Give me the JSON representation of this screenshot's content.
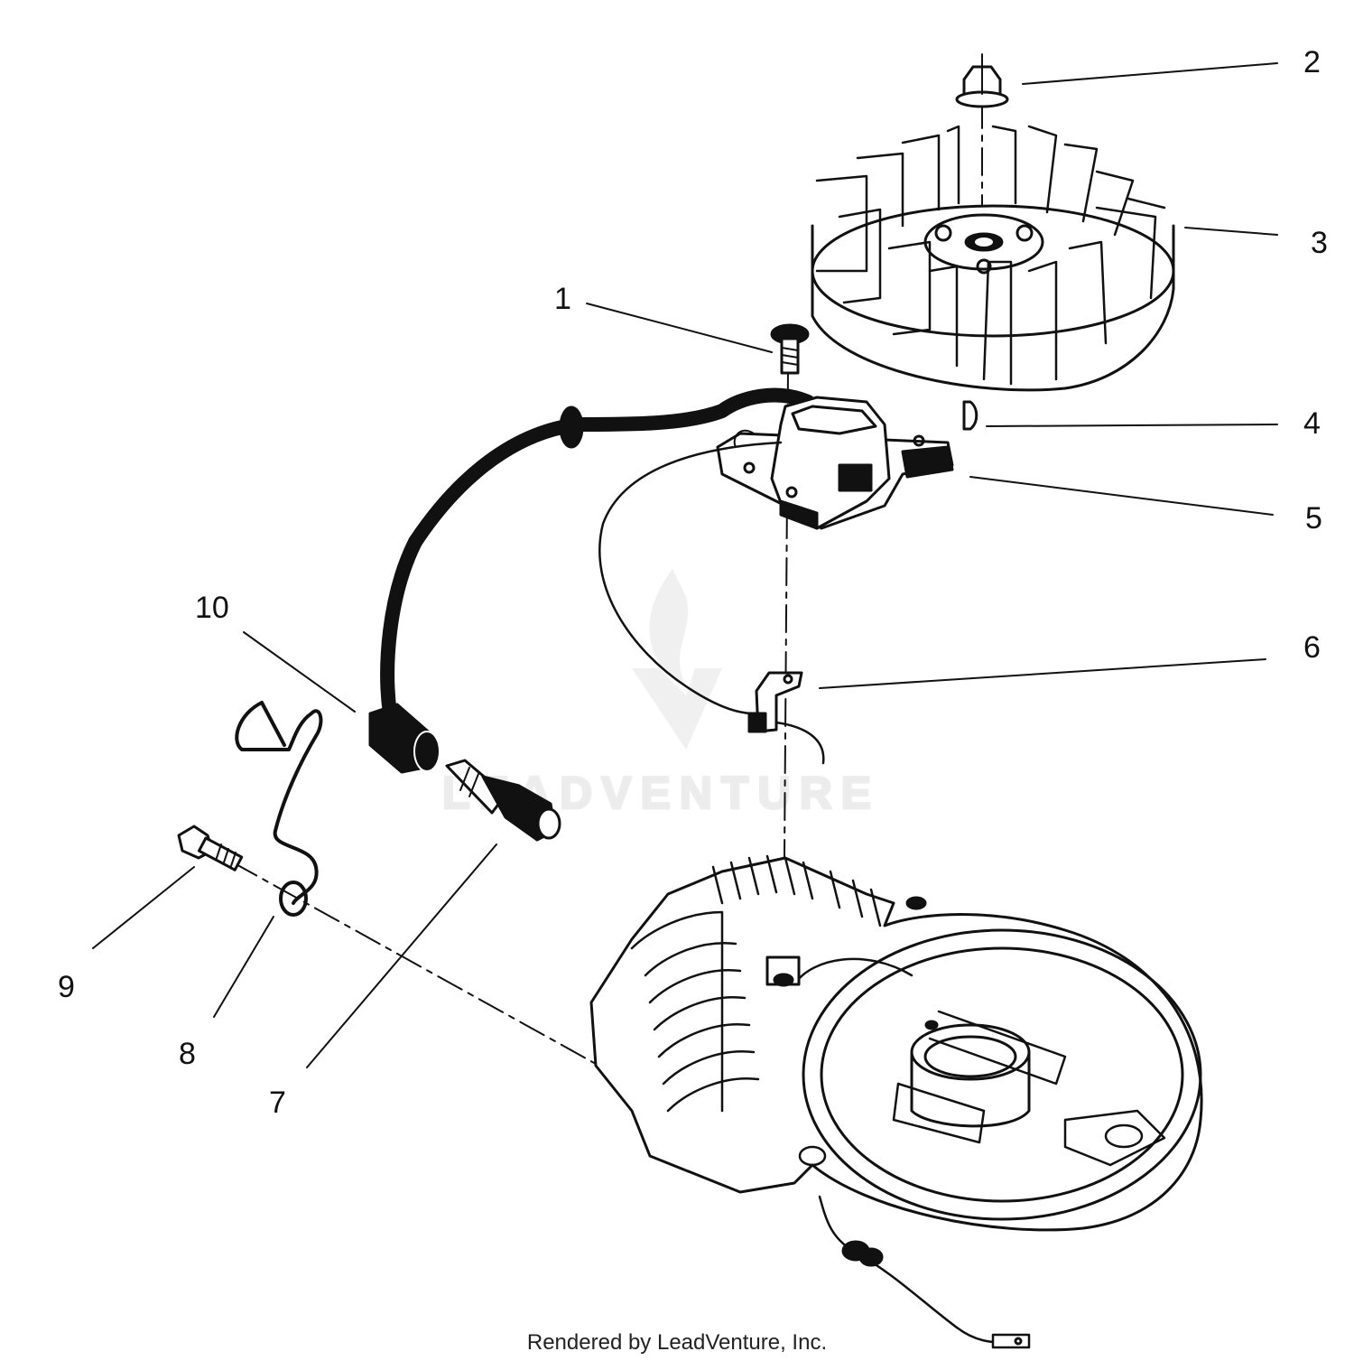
{
  "diagram": {
    "callouts": [
      {
        "id": "1",
        "label": "1"
      },
      {
        "id": "2",
        "label": "2"
      },
      {
        "id": "3",
        "label": "3"
      },
      {
        "id": "4",
        "label": "4"
      },
      {
        "id": "5",
        "label": "5"
      },
      {
        "id": "6",
        "label": "6"
      },
      {
        "id": "7",
        "label": "7"
      },
      {
        "id": "8",
        "label": "8"
      },
      {
        "id": "9",
        "label": "9"
      },
      {
        "id": "10",
        "label": "10"
      }
    ],
    "watermark_text": "LEADVENTURE",
    "footer_text": "Rendered by LeadVenture, Inc."
  }
}
